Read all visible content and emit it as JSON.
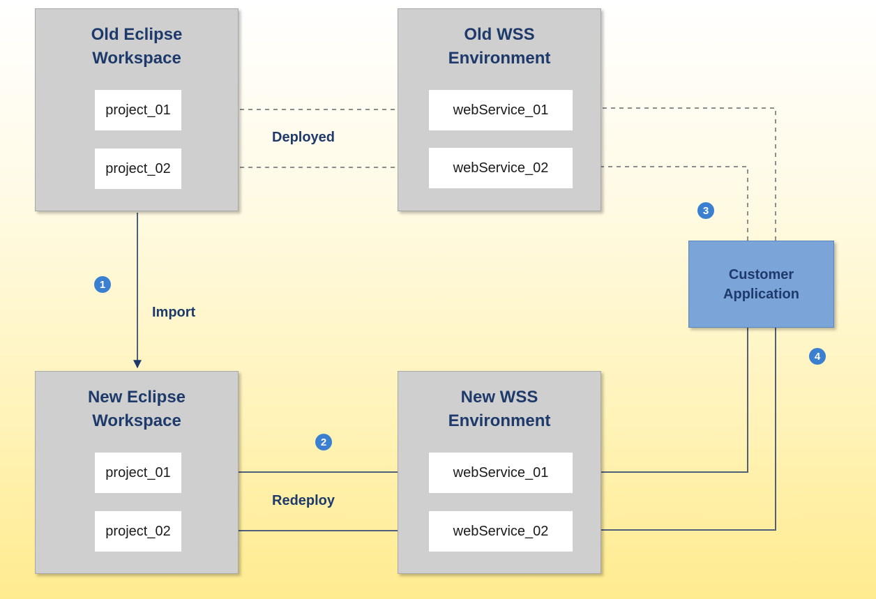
{
  "panels": {
    "old_workspace": {
      "title": "Old Eclipse\nWorkspace",
      "items": [
        "project_01",
        "project_02"
      ]
    },
    "old_wss": {
      "title": "Old WSS\nEnvironment",
      "items": [
        "webService_01",
        "webService_02"
      ]
    },
    "new_workspace": {
      "title": "New Eclipse\nWorkspace",
      "items": [
        "project_01",
        "project_02"
      ]
    },
    "new_wss": {
      "title": "New WSS\nEnvironment",
      "items": [
        "webService_01",
        "webService_02"
      ]
    }
  },
  "customer_app": {
    "label": "Customer\nApplication"
  },
  "labels": {
    "deployed": "Deployed",
    "import": "Import",
    "redeploy": "Redeploy"
  },
  "badges": [
    "1",
    "2",
    "3",
    "4"
  ],
  "colors": {
    "accent_blue": "#3b7fd1",
    "panel_grey": "#cfcfcf",
    "app_blue": "#7ba4d9",
    "text_navy": "#1e3a6b",
    "dashed_line": "#8c8c8c",
    "solid_line": "#4f5f7a"
  }
}
